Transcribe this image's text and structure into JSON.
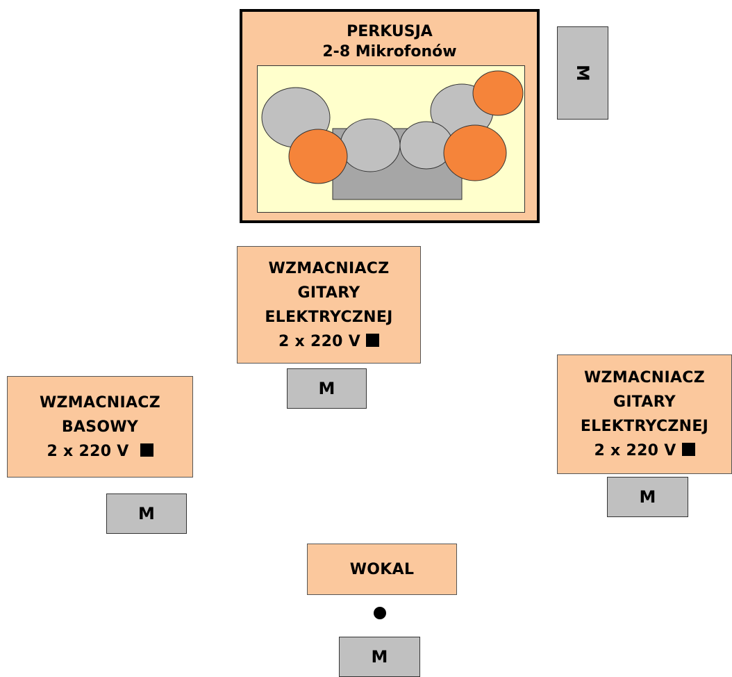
{
  "drums": {
    "title_line1": "PERKUSJA",
    "title_line2": "2-8 Mikrofonów"
  },
  "amp_center": {
    "line1": "WZMACNIACZ",
    "line2": "GITARY",
    "line3": "ELEKTRYCZNEJ",
    "line4": "2 x 220 V"
  },
  "amp_bass": {
    "line1": "WZMACNIACZ",
    "line2": "BASOWY",
    "line3": "2 x 220 V"
  },
  "amp_right": {
    "line1": "WZMACNIACZ",
    "line2": "GITARY",
    "line3": "ELEKTRYCZNEJ",
    "line4": "2 x 220 V"
  },
  "vocal": {
    "label": "WOKAL"
  },
  "monitors": {
    "drums": "M",
    "center": "M",
    "bass": "M",
    "right": "M",
    "vocal": "M"
  },
  "colors": {
    "box_fill": "#fbc89d",
    "monitor_fill": "#c0c0c0",
    "kit_bg": "#ffffcc",
    "cymbal": "#c0c0c0",
    "tom": "#f5843a",
    "kick": "#a6a6a6"
  }
}
